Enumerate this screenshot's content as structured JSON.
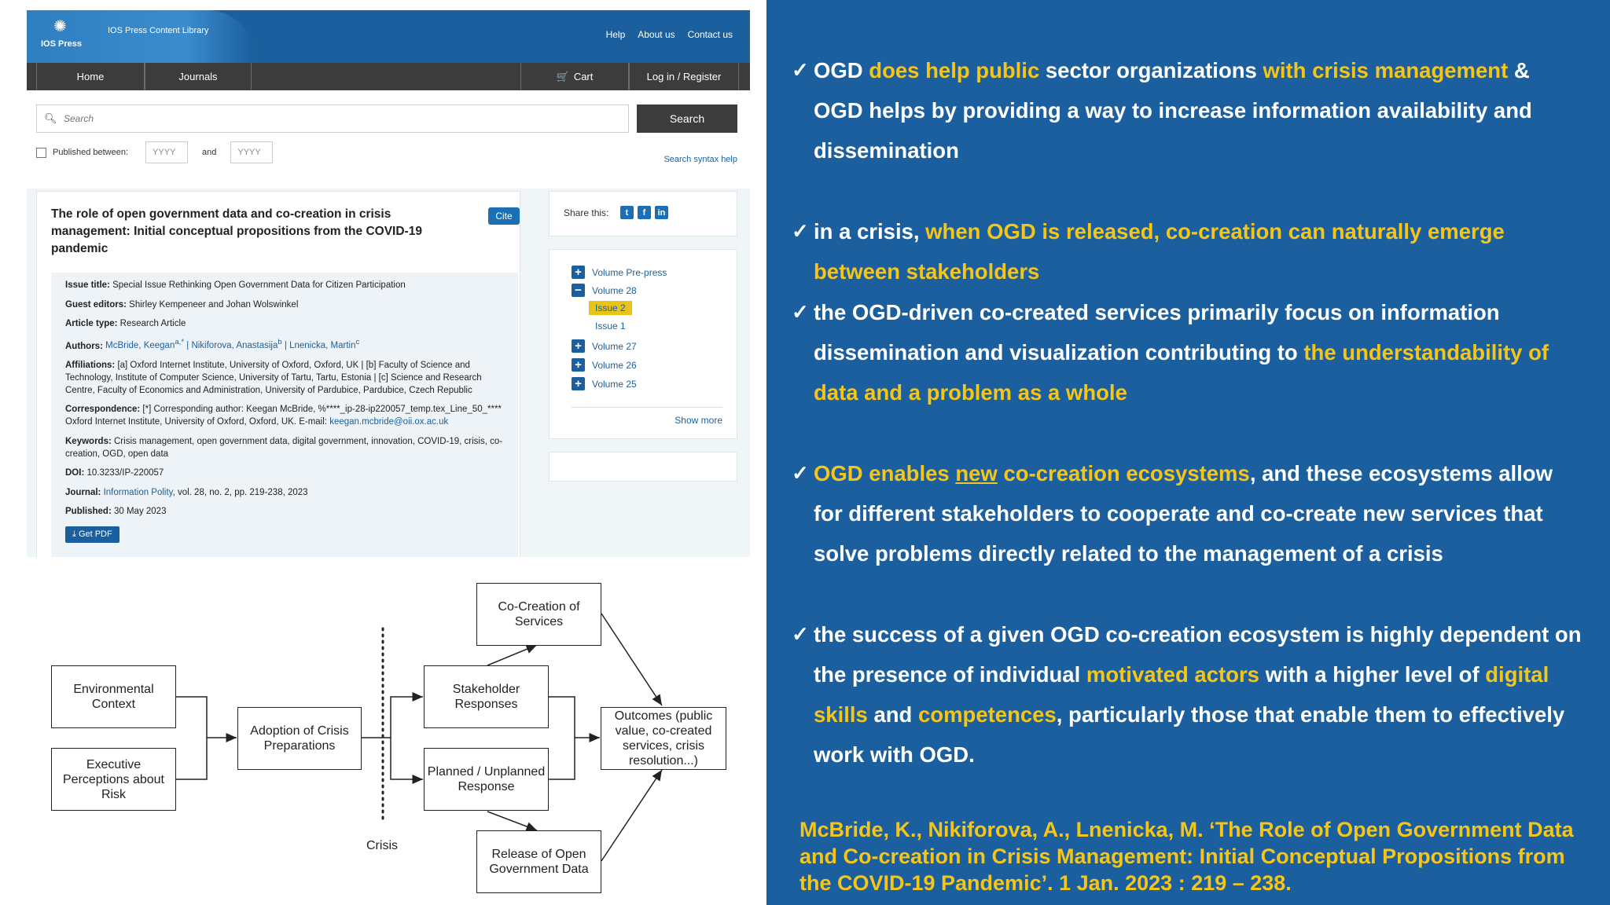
{
  "site": {
    "logo_text": "IOS Press",
    "library_text": "IOS Press Content Library",
    "top_links": [
      "Help",
      "About us",
      "Contact us"
    ],
    "nav": {
      "home": "Home",
      "journals": "Journals",
      "cart": "Cart",
      "login": "Log in / Register"
    },
    "search": {
      "placeholder": "Search",
      "button": "Search",
      "published_between": "Published between:",
      "and": "and",
      "from_placeholder": "YYYY",
      "to_placeholder": "YYYY",
      "syntax_help": "Search syntax help"
    }
  },
  "article": {
    "title": "The role of open government data and co-creation in crisis management: Initial conceptual propositions from the COVID-19 pandemic",
    "cite": "Cite",
    "issue_title_label": "Issue title:",
    "issue_title": "Special Issue Rethinking Open Government Data for Citizen Participation",
    "guest_editors_label": "Guest editors:",
    "guest_editors": "Shirley Kempeneer and Johan Wolswinkel",
    "article_type_label": "Article type:",
    "article_type": "Research Article",
    "authors_label": "Authors:",
    "authors": "McBride, Keegan",
    "authors_sup1": "a,*",
    "authors_2": " | Nikiforova, Anastasija",
    "authors_sup2": "b",
    "authors_3": " | Lnenicka, Martin",
    "authors_sup3": "c",
    "affiliations_label": "Affiliations:",
    "affiliations": "[a] Oxford Internet Institute, University of Oxford, Oxford, UK | [b] Faculty of Science and Technology, Institute of Computer Science, University of Tartu, Tartu, Estonia | [c] Science and Research Centre, Faculty of Economics and Administration, University of Pardubice, Pardubice, Czech Republic",
    "correspondence_label": "Correspondence:",
    "correspondence": "[*] Corresponding author: Keegan McBride, %****_ip-28-ip220057_temp.tex_Line_50_**** Oxford Internet Institute, University of Oxford, Oxford, UK. E-mail:",
    "email": "keegan.mcbride@oii.ox.ac.uk",
    "keywords_label": "Keywords:",
    "keywords": "Crisis management, open government data, digital government, innovation, COVID-19, crisis, co-creation, OGD, open data",
    "doi_label": "DOI:",
    "doi": "10.3233/IP-220057",
    "journal_label": "Journal:",
    "journal_name": "Information Polity",
    "journal_rest": ", vol. 28, no. 2, pp. 219-238, 2023",
    "published_label": "Published:",
    "published": "30 May 2023",
    "get_pdf": "Get PDF"
  },
  "share": {
    "label": "Share this:",
    "icons": [
      "twitter-icon",
      "facebook-icon",
      "linkedin-icon"
    ]
  },
  "volumes": {
    "items": [
      "Volume Pre-press",
      "Volume 28",
      "Volume 27",
      "Volume 26",
      "Volume 25"
    ],
    "issues": [
      "Issue 2",
      "Issue 1"
    ],
    "show_more": "Show more"
  },
  "diagram": {
    "environmental_context": "Environmental Context",
    "executive_perceptions": "Executive Perceptions about Risk",
    "adoption": "Adoption of Crisis Preparations",
    "stakeholder": "Stakeholder Responses",
    "planned": "Planned / Unplanned Response",
    "cocreation": "Co-Creation of Services",
    "release": "Release of Open Government Data",
    "outcomes": "Outcomes (public value, co-created services, crisis resolution...)",
    "crisis": "Crisis"
  },
  "slide": {
    "b1_w1": "OGD ",
    "b1_h1": "does help public",
    "b1_w2": " sector organizations ",
    "b1_h2": "with crisis management",
    "b1_w3": " & OGD helps by providing a way to increase information availability and dissemination",
    "b2_w1": "in a crisis, ",
    "b2_h1": "when OGD is released, co-creation can naturally emerge between stakeholders",
    "b3_w1": "the OGD-driven co-created services primarily focus on information dissemination and visualization contributing to ",
    "b3_h1": "the understandability of data and a problem as a whole",
    "b4_h1": "OGD enables ",
    "b4_u1": "new",
    "b4_h2": " co-creation ecosystems",
    "b4_w1": ", and these ecosystems allow for different stakeholders to cooperate and co-create new services that solve problems directly related to the management of a crisis",
    "b5_w1": "the success of a given OGD co-creation ecosystem is highly dependent on the presence of individual ",
    "b5_h1": "motivated actors",
    "b5_w2": " with a higher level of ",
    "b5_h2": "digital skills",
    "b5_w3": " and ",
    "b5_h3": "competences",
    "b5_w4": ", particularly those that enable them to effectively work with OGD.",
    "citation": "McBride, K., Nikiforova, A., Lnenicka, M. ‘The Role of Open Government Data and Co-creation in Crisis Management: Initial Conceptual Propositions from the COVID-19 Pandemic’. 1 Jan. 2023 : 219 – 238.",
    "check": "✓",
    "colors": {
      "background": "#1b5f9e",
      "highlight": "#f5c518",
      "text": "#ffffff"
    }
  }
}
